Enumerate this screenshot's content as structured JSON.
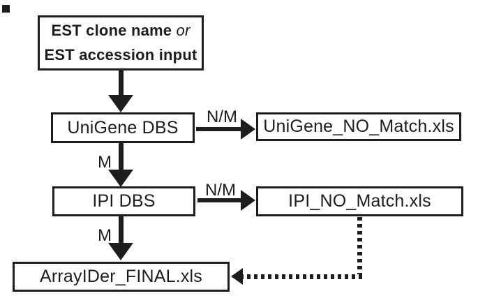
{
  "figure": {
    "type": "flowchart",
    "background": "#ffffff",
    "ink": "#1d1d1d",
    "nodes": {
      "est_input": {
        "line1_main": "EST clone name ",
        "line1_italic": "or",
        "line2": "EST accession input"
      },
      "unigene_dbs": {
        "label": "UniGene DBS"
      },
      "unigene_no_match": {
        "label": "UniGene_NO_Match.xls"
      },
      "ipi_dbs": {
        "label": "IPI DBS"
      },
      "ipi_no_match": {
        "label": "IPI_NO_Match.xls"
      },
      "arrayider_final": {
        "label": "ArrayIDer_FINAL.xls"
      }
    },
    "edge_labels": {
      "unigene_nomatch": "N/M",
      "unigene_match": "M",
      "ipi_nomatch": "N/M",
      "ipi_match": "M"
    },
    "edges": [
      {
        "from": "est_input",
        "to": "unigene_dbs",
        "style": "solid",
        "label": ""
      },
      {
        "from": "unigene_dbs",
        "to": "unigene_no_match",
        "style": "solid",
        "label": "N/M"
      },
      {
        "from": "unigene_dbs",
        "to": "ipi_dbs",
        "style": "solid",
        "label": "M"
      },
      {
        "from": "ipi_dbs",
        "to": "ipi_no_match",
        "style": "solid",
        "label": "N/M"
      },
      {
        "from": "ipi_dbs",
        "to": "arrayider_final",
        "style": "solid",
        "label": "M"
      },
      {
        "from": "ipi_no_match",
        "to": "arrayider_final",
        "style": "dotted",
        "label": ""
      }
    ]
  }
}
